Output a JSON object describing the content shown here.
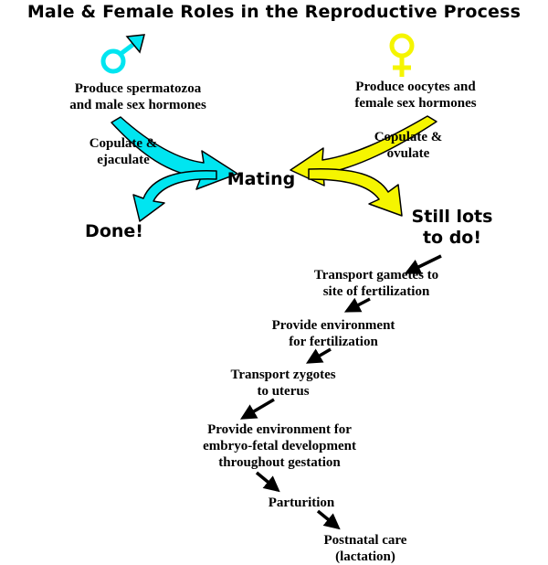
{
  "title": "Male & Female Roles in the Reproductive Process",
  "colors": {
    "male": "#00e5f0",
    "female": "#f5f500",
    "outline": "#000000"
  },
  "icons": {
    "male": "male-symbol-icon",
    "female": "female-symbol-icon"
  },
  "male": {
    "produce": "Produce spermatozoa\nand male sex hormones",
    "act": "Copulate &\nejaculate",
    "outcome": "Done!"
  },
  "female": {
    "produce": "Produce oocytes and\nfemale sex hormones",
    "act": "Copulate &\novulate",
    "outcome": "Still lots\nto do!"
  },
  "center": "Mating",
  "steps": [
    "Transport gametes to\nsite of fertilization",
    "Provide environment\nfor fertilization",
    "Transport zygotes\nto uterus",
    "Provide environment for\nembryo-fetal development\nthroughout gestation",
    "Parturition",
    "Postnatal care\n(lactation)"
  ]
}
